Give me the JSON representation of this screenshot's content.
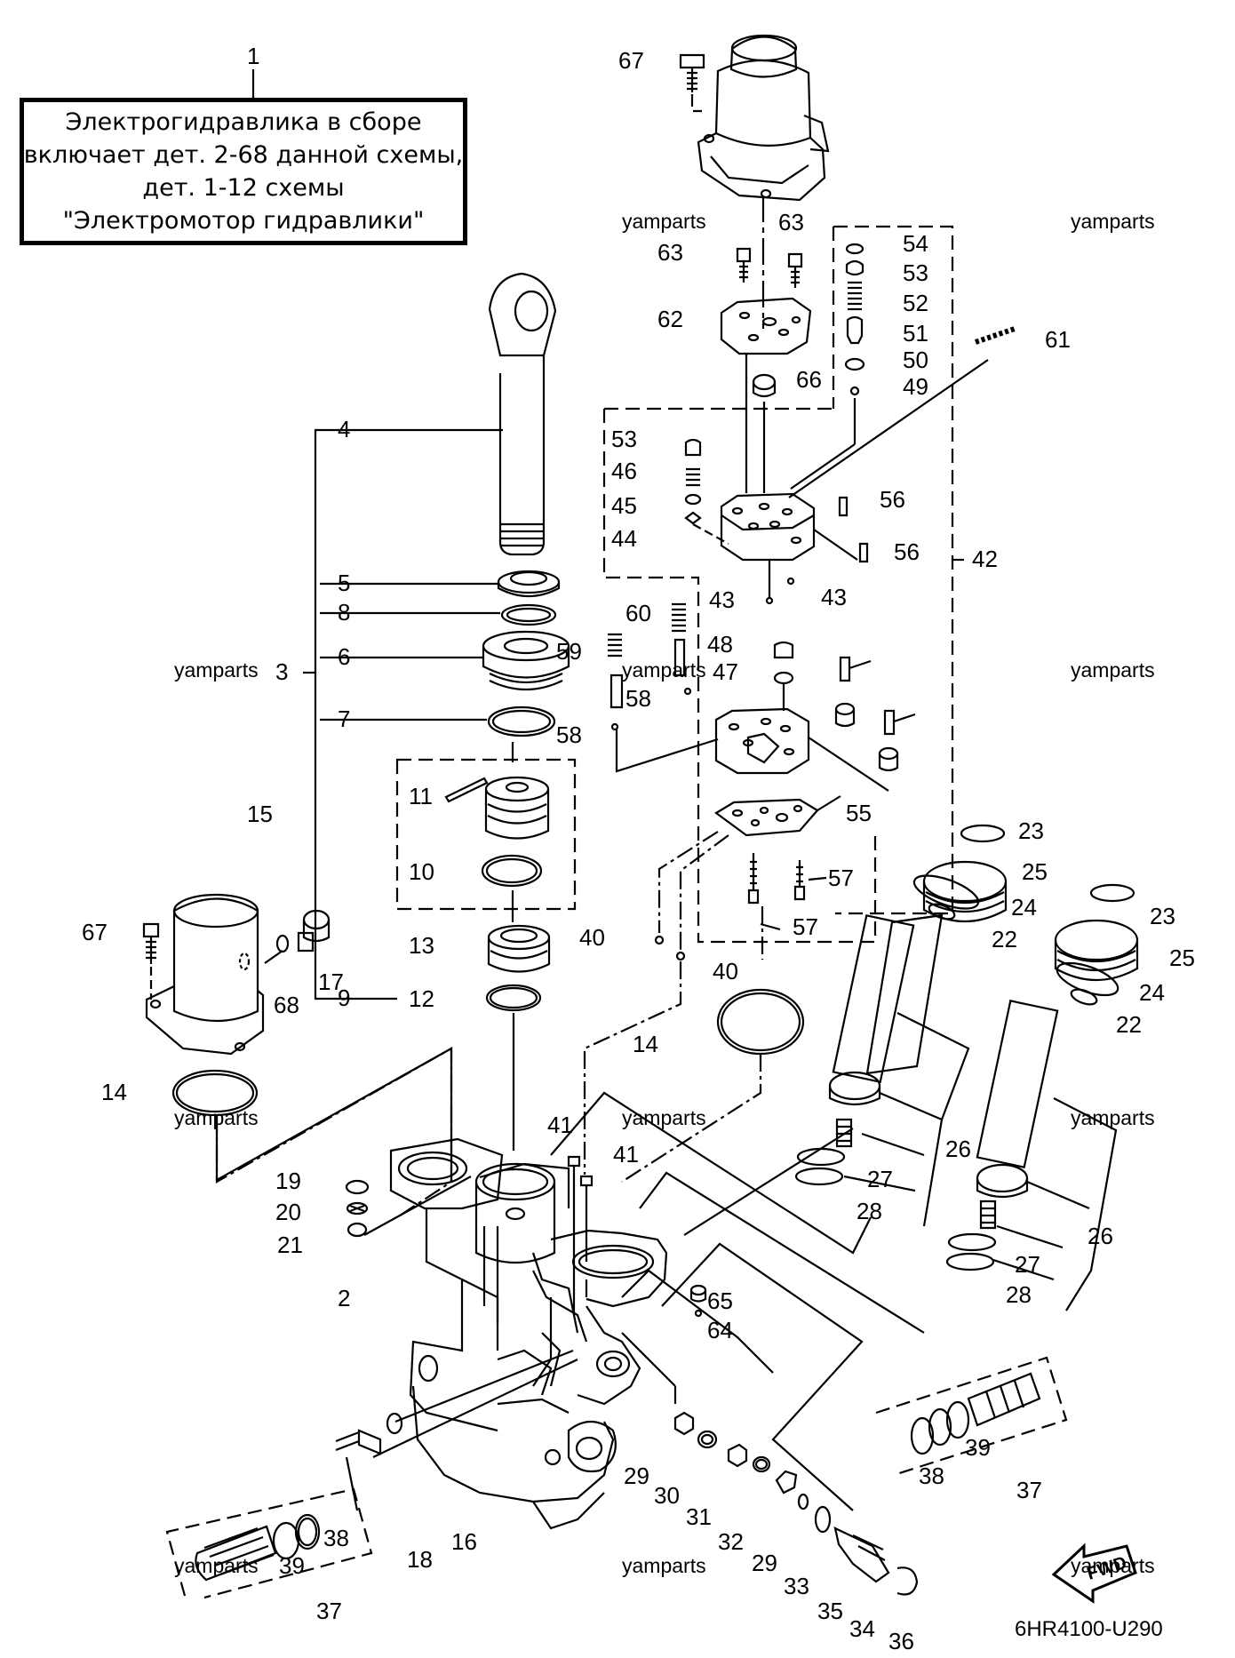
{
  "note": {
    "lines": [
      "Электрогидравлика в сборе",
      "включает дет. 2-68 данной схемы,",
      "дет. 1-12 схемы",
      "\"Электромотор гидравлики\""
    ]
  },
  "drawing_code": "6HR4100-U290",
  "watermark": "yamparts",
  "fwd_label": "FWD",
  "callouts": {
    "c1": "1",
    "c2": "2",
    "c3": "3",
    "c4": "4",
    "c5": "5",
    "c6": "6",
    "c7": "7",
    "c8": "8",
    "c9": "9",
    "c10": "10",
    "c11": "11",
    "c12": "12",
    "c13": "13",
    "c14a": "14",
    "c14b": "14",
    "c15": "15",
    "c16": "16",
    "c17": "17",
    "c18": "18",
    "c19": "19",
    "c20": "20",
    "c21": "21",
    "c22a": "22",
    "c22b": "22",
    "c23a": "23",
    "c23b": "23",
    "c24a": "24",
    "c24b": "24",
    "c25a": "25",
    "c25b": "25",
    "c26a": "26",
    "c26b": "26",
    "c27a": "27",
    "c27b": "27",
    "c28a": "28",
    "c28b": "28",
    "c29a": "29",
    "c29b": "29",
    "c30": "30",
    "c31": "31",
    "c32": "32",
    "c33": "33",
    "c34": "34",
    "c35": "35",
    "c36": "36",
    "c37a": "37",
    "c37b": "37",
    "c38a": "38",
    "c38b": "38",
    "c39a": "39",
    "c39b": "39",
    "c40a": "40",
    "c40b": "40",
    "c41a": "41",
    "c41b": "41",
    "c42": "42",
    "c43a": "43",
    "c43b": "43",
    "c44": "44",
    "c45": "45",
    "c46": "46",
    "c47": "47",
    "c48": "48",
    "c49": "49",
    "c50": "50",
    "c51": "51",
    "c52": "52",
    "c53a": "53",
    "c53b": "53",
    "c54": "54",
    "c55": "55",
    "c56a": "56",
    "c56b": "56",
    "c57a": "57",
    "c57b": "57",
    "c58a": "58",
    "c58b": "58",
    "c59": "59",
    "c60": "60",
    "c61": "61",
    "c62": "62",
    "c63a": "63",
    "c63b": "63",
    "c64": "64",
    "c65": "65",
    "c66": "66",
    "c67a": "67",
    "c67b": "67",
    "c68": "68"
  }
}
